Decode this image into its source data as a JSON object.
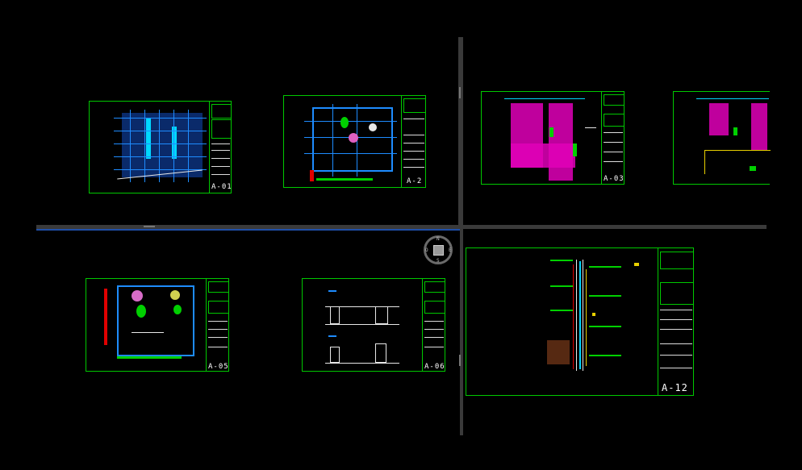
{
  "layout_viewports": {
    "top_left_sheets": [
      {
        "id": "a01",
        "number": "A-01"
      },
      {
        "id": "a02",
        "number": "A-2"
      }
    ],
    "top_right_sheets": [
      {
        "id": "a03",
        "number": "A-03"
      }
    ],
    "bottom_left_sheets": [
      {
        "id": "a05",
        "number": "A-05"
      },
      {
        "id": "a06",
        "number": "A-06"
      }
    ],
    "bottom_right_sheets": [
      {
        "id": "a12",
        "number": "A-12"
      }
    ]
  },
  "viewcube": {
    "north": "N",
    "south": "S",
    "east": "E",
    "west": "O"
  },
  "colors": {
    "background": "#000000",
    "sheet_border": "#00c800",
    "grid": "#1e8cff",
    "active_viewport": "#1f4fa8",
    "splitter": "#3a3a3a"
  }
}
